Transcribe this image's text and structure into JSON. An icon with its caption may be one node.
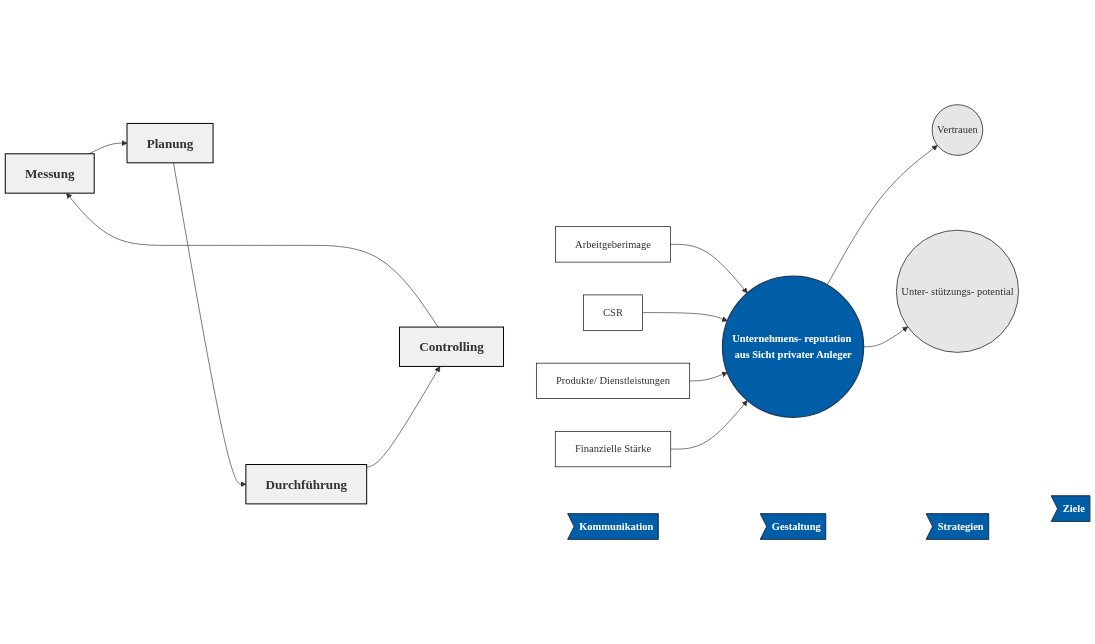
{
  "diagram": {
    "nodes": [
      {
        "text": [
          "Messung"
        ]
      },
      {
        "text": [
          "Planung"
        ]
      },
      {
        "text": [
          "Durchführung"
        ]
      },
      {
        "text": [
          "Controlling"
        ]
      },
      {
        "text": [
          "Finanzielle Stärke"
        ]
      },
      {
        "text": [
          "Produkte/ Dienstleistungen"
        ]
      },
      {
        "text": [
          "CSR"
        ]
      },
      {
        "text": [
          "Arbeitgeberimage"
        ]
      },
      {
        "text": [
          "Unternehmens- reputation aus Sicht privater Anleger"
        ]
      },
      {
        "text": [
          "Vertrauen"
        ]
      },
      {
        "text": [
          "Unter- stützungs- potential"
        ]
      },
      {
        "text": [
          "Kommunikation"
        ]
      },
      {
        "text": [
          "Gestaltung"
        ]
      },
      {
        "text": [
          "Strategien"
        ]
      },
      {
        "text": [
          "Ziele"
        ]
      }
    ],
    "edges": [
      {
        "from": 0,
        "to": 1,
        "arrow": "to"
      },
      {
        "from": 1,
        "to": 2,
        "arrow": "to"
      },
      {
        "from": 2,
        "to": 3,
        "arrow": "to"
      },
      {
        "from": 3,
        "to": 0,
        "arrow": "to"
      },
      {
        "from": 4,
        "to": 8,
        "arrow": "to"
      },
      {
        "from": 5,
        "to": 8,
        "arrow": "to"
      },
      {
        "from": 6,
        "to": 8,
        "arrow": "to"
      },
      {
        "from": 7,
        "to": 8,
        "arrow": "to"
      },
      {
        "from": 8,
        "to": 9,
        "arrow": "to"
      },
      {
        "from": 8,
        "to": 10,
        "arrow": "to"
      }
    ]
  }
}
